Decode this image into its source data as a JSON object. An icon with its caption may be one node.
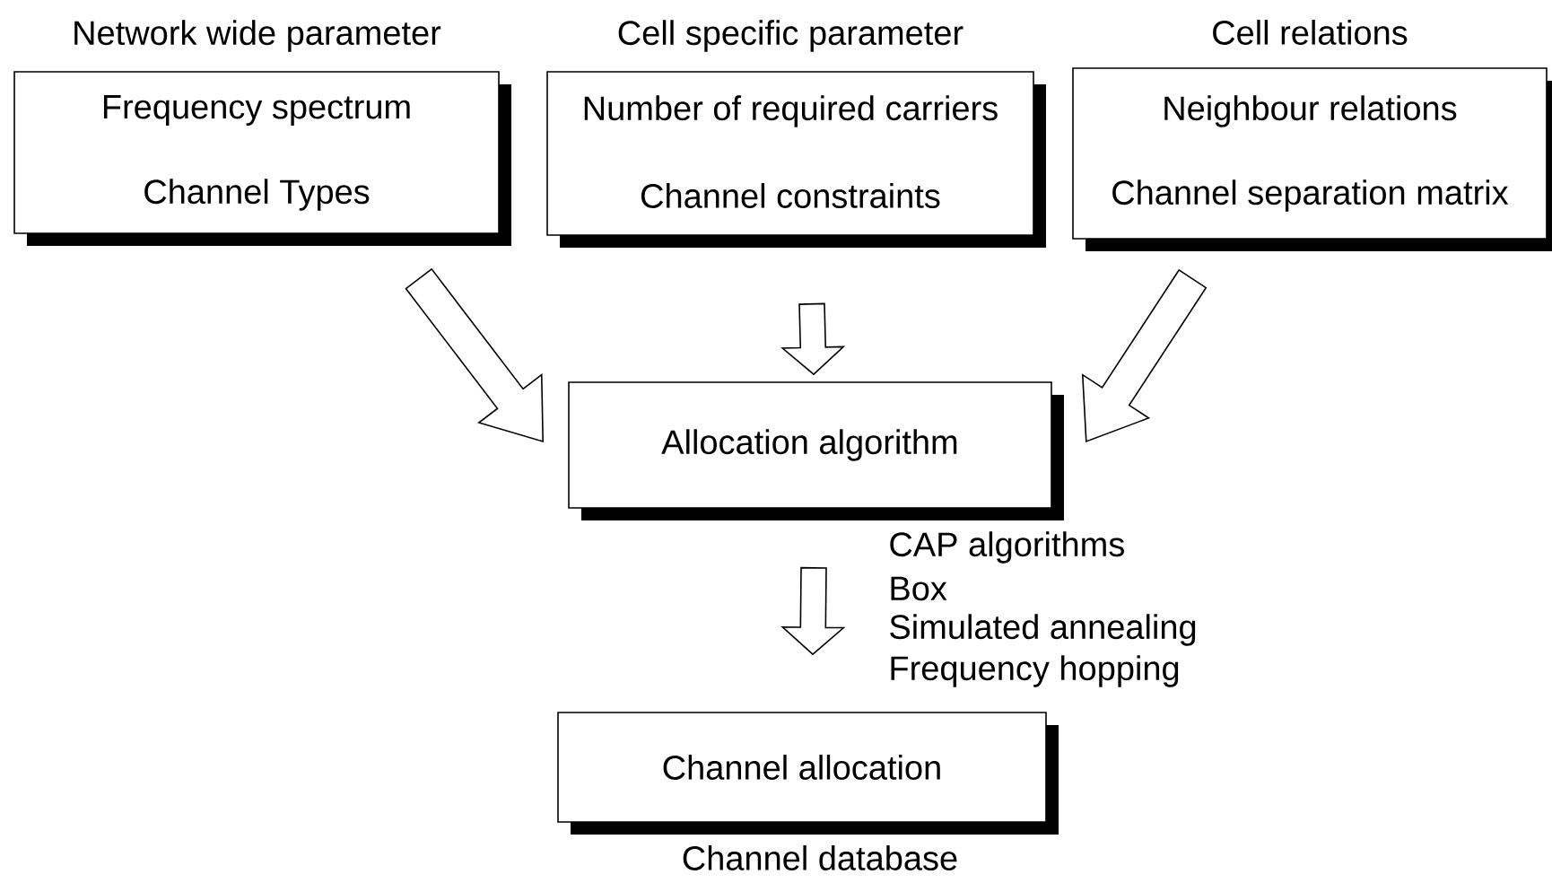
{
  "diagram": {
    "nodes": [
      {
        "text": [
          "Network wide parameter",
          "Frequency spectrum",
          "Channel Types"
        ]
      },
      {
        "text": [
          "Cell specific parameter",
          "Number of required carriers",
          "Channel constraints"
        ]
      },
      {
        "text": [
          "Cell relations",
          "Neighbour relations",
          "Channel separation matrix"
        ]
      },
      {
        "text": [
          "Allocation algorithm"
        ]
      },
      {
        "text": [
          "Channel allocation"
        ],
        "beside": [
          "Channel database"
        ]
      }
    ],
    "edges": [
      {
        "from": 0,
        "to": 3,
        "arrow": "to"
      },
      {
        "from": 1,
        "to": 3,
        "arrow": "to"
      },
      {
        "from": 2,
        "to": 3,
        "arrow": "to"
      },
      {
        "from": 3,
        "to": 4,
        "arrow": "to"
      }
    ],
    "labels": [
      "CAP algorithms",
      "Box",
      "Simulated annealing",
      "Frequency hopping"
    ]
  }
}
